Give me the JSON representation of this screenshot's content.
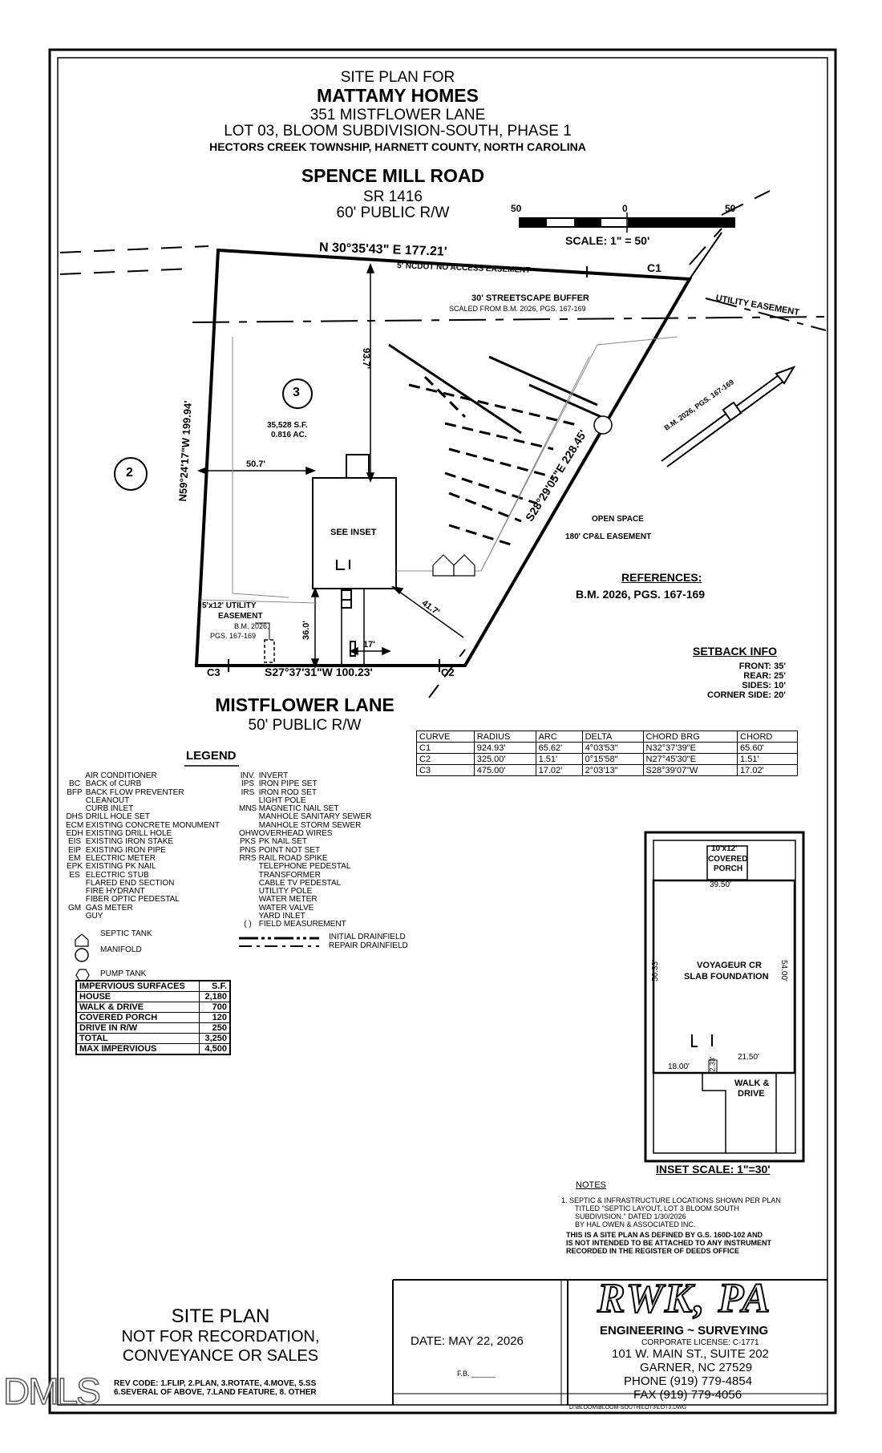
{
  "title": {
    "line1": "SITE PLAN FOR",
    "line2": "MATTAMY HOMES",
    "line3": "351 MISTFLOWER LANE",
    "line4": "LOT 03, BLOOM SUBDIVISION-SOUTH, PHASE 1",
    "line5": "HECTORS CREEK TOWNSHIP, HARNETT COUNTY, NORTH CAROLINA"
  },
  "roads": {
    "top_name": "SPENCE MILL ROAD",
    "top_sr": "SR 1416",
    "top_rw": "60' PUBLIC R/W",
    "bottom_name": "MISTFLOWER LANE",
    "bottom_rw": "50' PUBLIC R/W"
  },
  "scale": {
    "left": "50",
    "mid": "0",
    "right": "50",
    "text": "SCALE: 1\" = 50'"
  },
  "plan": {
    "north_bearing": "N 30°35'43\" E  177.21'",
    "no_access": "5' NCDOT NO ACCESS EASEMENT",
    "c1": "C1",
    "c2": "C2",
    "c3": "C3",
    "utility_easement": "UTILITY EASEMENT",
    "streetscape": "30' STREETSCAPE BUFFER",
    "streetscape_ref": "SCALED FROM B.M. 2026, PGS. 167-169",
    "setback_93": "93.7'",
    "lot_number": "3",
    "lot_area_sf": "35,528 S.F.",
    "lot_area_ac": "0.816 AC.",
    "adjacent_lot": "2",
    "west_bearing": "N59°24'17\"W  199.94'",
    "dim_507": "50.7'",
    "see_inset": "SEE INSET",
    "east_bearing": "S28°29'05\"E  228.45'",
    "bm_arrow": "B.M. 2026, PGS. 167-169",
    "open_space": "OPEN SPACE",
    "cpl_easement": "180' CP&L EASEMENT",
    "util_easement_1": "5'x12' UTILITY",
    "util_easement_2": "EASEMENT",
    "util_easement_3": "B.M. 2026,",
    "util_easement_4": "PGS. 167-169",
    "dim_360": "36.0'",
    "dim_417": "41.7'",
    "dim_17": "17'",
    "south_bearing": "S27°37'31\"W  100.23'"
  },
  "references": {
    "heading": "REFERENCES:",
    "text": "B.M. 2026, PGS. 167-169"
  },
  "setback": {
    "heading": "SETBACK INFO",
    "front": "FRONT: 35'",
    "rear": "REAR: 25'",
    "sides": "SIDES: 10'",
    "corner": "CORNER SIDE: 20'"
  },
  "curve_table": {
    "headers": [
      "CURVE",
      "RADIUS",
      "ARC",
      "DELTA",
      "CHORD BRG",
      "CHORD"
    ],
    "rows": [
      [
        "C1",
        "924.93'",
        "65.62'",
        "4°03'53\"",
        "N32°37'39\"E",
        "65.60'"
      ],
      [
        "C2",
        "325.00'",
        "1.51'",
        "0°15'58\"",
        "N27°45'30\"E",
        "1.51'"
      ],
      [
        "C3",
        "475.00'",
        "17.02'",
        "2°03'13\"",
        "S28°39'07\"W",
        "17.02'"
      ]
    ]
  },
  "legend": {
    "heading": "LEGEND",
    "left": [
      [
        "",
        "AIR CONDITIONER"
      ],
      [
        "BC",
        "BACK of CURB"
      ],
      [
        "BFP",
        "BACK FLOW PREVENTER"
      ],
      [
        "",
        "CLEANOUT"
      ],
      [
        "",
        "CURB INLET"
      ],
      [
        "DHS",
        "DRILL HOLE SET"
      ],
      [
        "ECM",
        "EXISTING CONCRETE MONUMENT"
      ],
      [
        "EDH",
        "EXISTING DRILL HOLE"
      ],
      [
        "EIS",
        "EXISTING IRON STAKE"
      ],
      [
        "EIP",
        "EXISTING IRON PIPE"
      ],
      [
        "EM",
        "ELECTRIC METER"
      ],
      [
        "EPK",
        "EXISTING PK NAIL"
      ],
      [
        "ES",
        "ELECTRIC STUB"
      ],
      [
        "",
        "FLARED END SECTION"
      ],
      [
        "",
        "FIRE HYDRANT"
      ],
      [
        "",
        "FIBER OPTIC PEDESTAL"
      ],
      [
        "GM",
        "GAS METER"
      ],
      [
        "",
        "GUY"
      ]
    ],
    "right": [
      [
        "INV.",
        "INVERT"
      ],
      [
        "IPS",
        "IRON PIPE SET"
      ],
      [
        "IRS",
        "IRON ROD SET"
      ],
      [
        "",
        "LIGHT POLE"
      ],
      [
        "MNS",
        "MAGNETIC NAIL SET"
      ],
      [
        "",
        "MANHOLE SANITARY SEWER"
      ],
      [
        "",
        "MANHOLE STORM SEWER"
      ],
      [
        "OHW",
        "OVERHEAD WIRES"
      ],
      [
        "PKS",
        "PK NAIL SET"
      ],
      [
        "PNS",
        "POINT NOT SET"
      ],
      [
        "RRS",
        "RAIL ROAD SPIKE"
      ],
      [
        "",
        "TELEPHONE PEDESTAL"
      ],
      [
        "",
        "TRANSFORMER"
      ],
      [
        "",
        "CABLE TV PEDESTAL"
      ],
      [
        "",
        "UTILITY POLE"
      ],
      [
        "",
        "WATER METER"
      ],
      [
        "",
        "WATER VALVE"
      ],
      [
        "",
        "YARD INLET"
      ],
      [
        "( )",
        "FIELD MEASUREMENT"
      ]
    ],
    "septic": "SEPTIC TANK",
    "manifold": "MANIFOLD",
    "pump": "PUMP TANK",
    "initial": "INITIAL DRAINFIELD",
    "repair": "REPAIR DRAINFIELD"
  },
  "impervious": {
    "headers": [
      "IMPERVIOUS SURFACES",
      "S.F."
    ],
    "rows": [
      [
        "HOUSE",
        "2,180"
      ],
      [
        "WALK & DRIVE",
        "700"
      ],
      [
        "COVERED PORCH",
        "120"
      ],
      [
        "DRIVE IN R/W",
        "250"
      ],
      [
        "TOTAL",
        "3,250"
      ],
      [
        "MAX IMPERVIOUS",
        "4,500"
      ]
    ]
  },
  "inset": {
    "porch_1": "10'x12'",
    "porch_2": "COVERED",
    "porch_3": "PORCH",
    "dim_3950": "39.50'",
    "house_1": "VOYAGEUR CR",
    "house_2": "SLAB FOUNDATION",
    "dim_5633": "56.33'",
    "dim_5400": "54.00'",
    "dim_1800": "18.00'",
    "dim_233": "2.33'",
    "dim_2150": "21.50'",
    "walk_1": "WALK &",
    "walk_2": "DRIVE",
    "scale": "INSET SCALE: 1\"=30'"
  },
  "notes": {
    "heading": "NOTES",
    "n1a": "1.  SEPTIC & INFRASTRUCTURE LOCATIONS SHOWN PER PLAN",
    "n1b": "TITLED \"SEPTIC LAYOUT, LOT 3 BLOOM SOUTH",
    "n1c": "SUBDIVISION.\" DATED 1/30/2026",
    "n1d": "BY HAL OWEN & ASSOCIATED INC.",
    "n2a": "THIS IS A SITE PLAN AS DEFINED BY G.S. 160D-102 AND",
    "n2b": "IS NOT INTENDED TO BE ATTACHED TO ANY INSTRUMENT",
    "n2c": "RECORDED IN THE REGISTER OF DEEDS OFFICE"
  },
  "title_block": {
    "site_plan": "SITE PLAN",
    "not_for_1": "NOT FOR RECORDATION,",
    "not_for_2": "CONVEYANCE OR SALES",
    "rev_1": "REV CODE: 1.FLIP, 2.PLAN, 3.ROTATE, 4.MOVE, 5.SS",
    "rev_2": "6.SEVERAL OF ABOVE, 7.LAND FEATURE, 8. OTHER",
    "date": "DATE: MAY 22, 2026",
    "fb": "F.B. ______",
    "firm": "RWK, PA",
    "firm_sub": "ENGINEERING ~ SURVEYING",
    "license": "CORPORATE LICENSE: C-1771",
    "addr1": "101 W. MAIN ST., SUITE 202",
    "addr2": "GARNER, NC 27529",
    "phone": "PHONE (919) 779-4854",
    "fax": "FAX (919) 779-4056",
    "file": "D:\\BLOOM\\BLOOM-SOUTH\\LOT3\\LOT3.DWG"
  },
  "watermark": "DMLS"
}
